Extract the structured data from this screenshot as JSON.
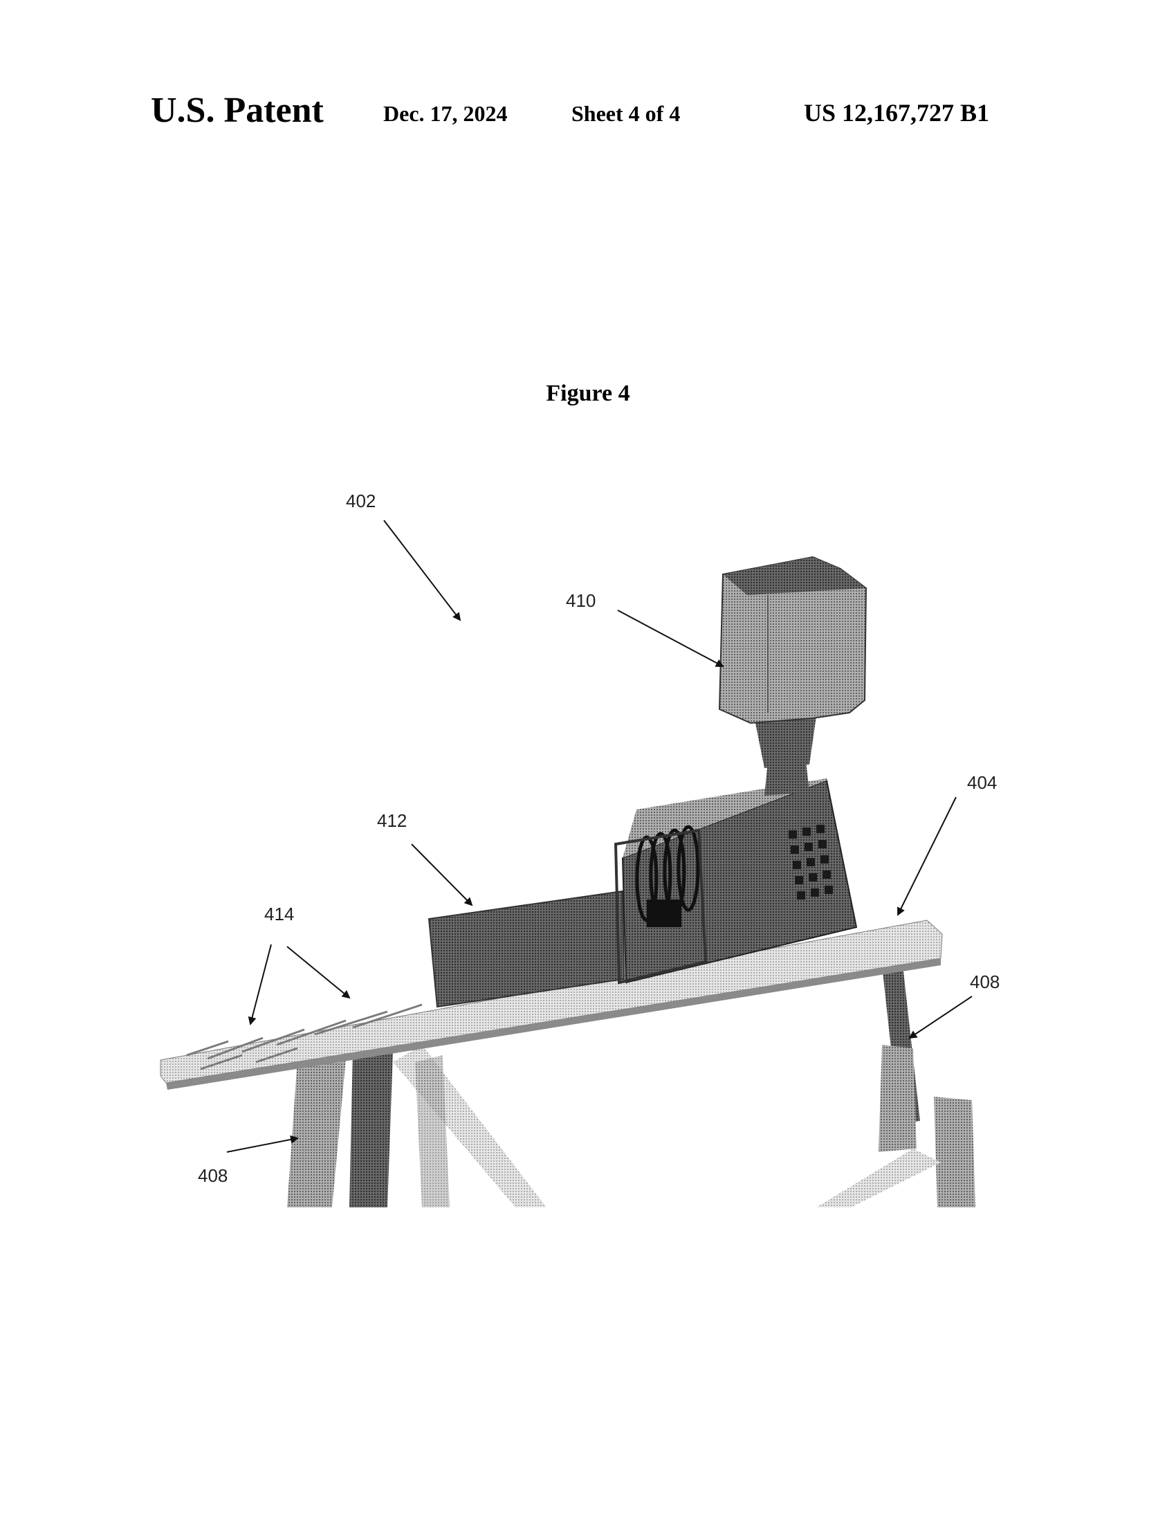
{
  "header": {
    "left_title": "U.S. Patent",
    "date": "Dec. 17, 2024",
    "sheet": "Sheet 4 of 4",
    "patent_number": "US 12,167,727 B1"
  },
  "figure": {
    "title": "Figure 4",
    "reference_labels": {
      "assembly": "402",
      "platform": "404",
      "leg_right": "408",
      "leg_left": "408",
      "hopper": "410",
      "housing": "412",
      "grooves": "414"
    }
  },
  "colors": {
    "ink": "#000000",
    "dark_gray": "#4a4a4a",
    "mid_gray": "#8a8a8a",
    "light_gray": "#cfcfcf"
  }
}
